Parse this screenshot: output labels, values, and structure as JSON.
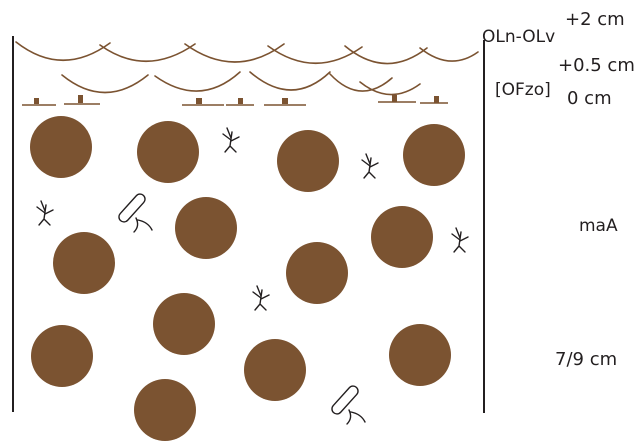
{
  "labels": {
    "horizon_top": "OLn-OLv",
    "horizon_mid": "[OFzo]",
    "horizon_main": "maA",
    "depth_top": "+2 cm",
    "depth_mid": "+0.5 cm",
    "depth_zero": "0 cm",
    "depth_bottom": "7/9 cm"
  },
  "colors": {
    "line": "#231f20",
    "litter": "#7b5331",
    "aggregate": "#7b5331",
    "root": "#231f20"
  },
  "icons": {
    "litter_arc": "leaf-litter-arc",
    "fragment": "fragmented-leaf-icon",
    "aggregate": "soil-aggregate-circle",
    "root": "root-icon",
    "worm": "earthworm-icon"
  }
}
